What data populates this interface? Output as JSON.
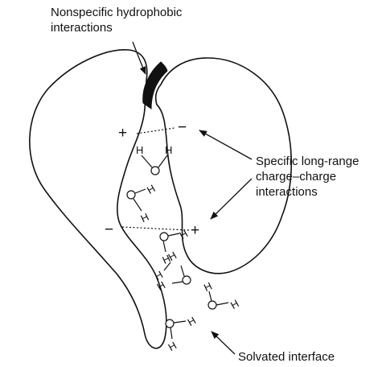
{
  "labels": {
    "hydrophobic_line1": "Nonspecific hydrophobic",
    "hydrophobic_line2": "interactions",
    "charge_line1": "Specific long-range",
    "charge_line2": "charge–charge",
    "charge_line3": "interactions",
    "solvated": "Solvated interface"
  },
  "charges": {
    "upper_left": "+",
    "upper_right": "−",
    "lower_left": "−",
    "lower_right": "+"
  },
  "water_atom": {
    "hydrogen": "H"
  }
}
